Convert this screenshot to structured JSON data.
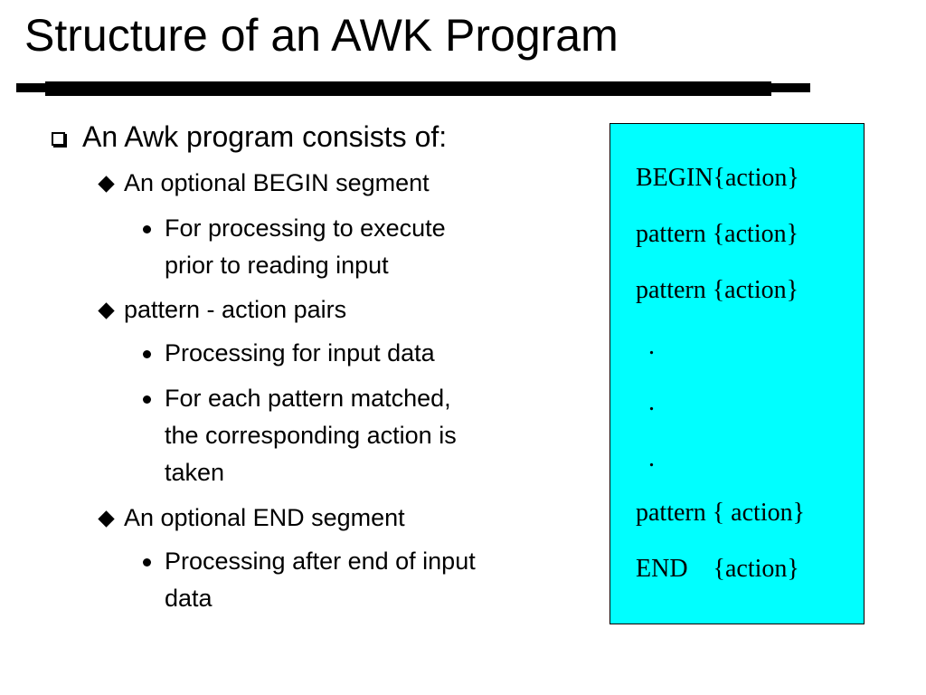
{
  "title": "Structure of an AWK Program",
  "bullets": {
    "main": "An Awk program consists of:",
    "begin_segment": "An optional BEGIN segment",
    "begin_detail_1": "For processing to execute",
    "begin_detail_2": "prior to reading input",
    "pairs": "pattern - action pairs",
    "pairs_detail_1": "Processing for input data",
    "pairs_detail_2a": "For each pattern matched,",
    "pairs_detail_2b": "the corresponding action is",
    "pairs_detail_2c": "taken",
    "end_segment": "An optional END segment",
    "end_detail_1": "Processing after end of input",
    "end_detail_2": "data"
  },
  "code_box": {
    "background": "#00ffff",
    "lines": [
      "BEGIN{action}",
      "pattern {action}",
      "pattern {action}",
      "  .",
      "  .",
      "  .",
      "pattern { action}",
      "END    {action}"
    ]
  }
}
